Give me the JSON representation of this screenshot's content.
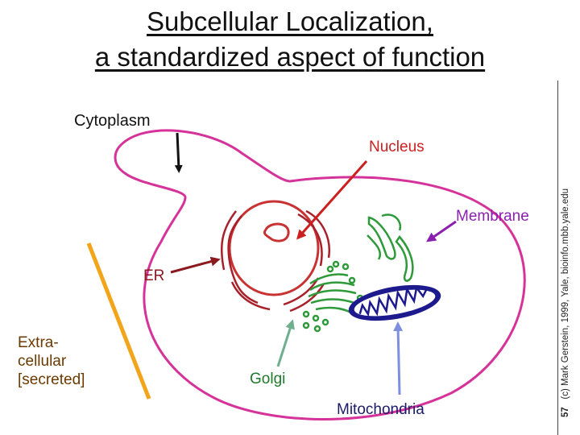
{
  "title": {
    "line1": "Subcellular Localization,",
    "line2": "a standardized aspect of function"
  },
  "labels": {
    "cytoplasm": "Cytoplasm",
    "nucleus": "Nucleus",
    "membrane": "Membrane",
    "er": "ER",
    "extracellular_line1": "Extra-",
    "extracellular_line2": "cellular",
    "extracellular_line3": "[secreted]",
    "golgi": "Golgi",
    "mitochondria": "Mitochondria"
  },
  "footer": {
    "slide_number": "57",
    "credit": "(c) Mark Gerstein, 1999, Yale, bioinfo.mbb.yale.edu"
  },
  "colors": {
    "membrane": "#d6339a",
    "nucleus": "#c83232",
    "er": "#a8202a",
    "golgi_mito_arrow": "#2e9a3a",
    "mitochondria": "#1c1a8c",
    "extracellular": "#f2a51a",
    "label_nucleus": "#cc1f1f",
    "label_membrane": "#8a1fb0",
    "label_er": "#8a1a20",
    "label_extracellular": "#6b3a00",
    "label_golgi": "#1f7a2a",
    "label_mitochondria": "#1c1a6a",
    "arrow_mito": "#7f8fe0",
    "arrow_golgi": "#6faf8f",
    "arrow_membrane": "#8a1fb0",
    "arrow_nucleus": "#cc1f1f",
    "arrow_er": "#8a1a20",
    "arrow_cytoplasm": "#111111"
  }
}
